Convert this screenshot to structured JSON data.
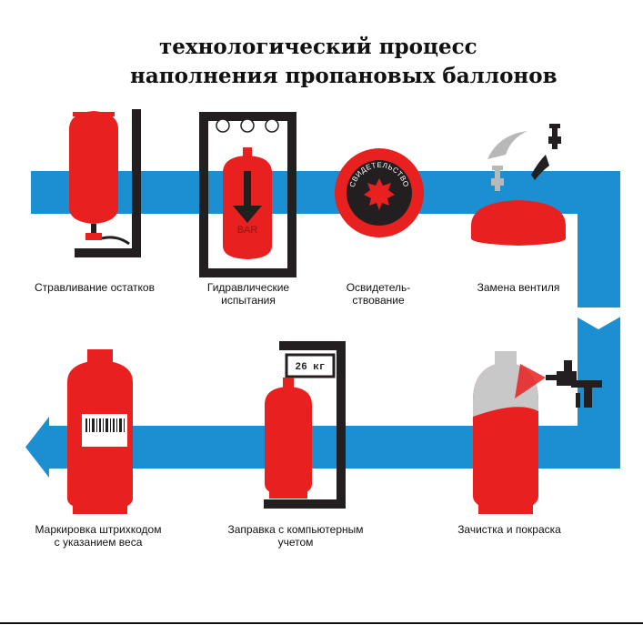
{
  "title": {
    "line1": "технологический процесс",
    "line2": "наполнения пропановых баллонов"
  },
  "steps": [
    {
      "caption": [
        "Стравливание остатков"
      ]
    },
    {
      "caption": [
        "Гидравлические",
        "испытания"
      ]
    },
    {
      "caption": [
        "Освидетель-",
        "ствование"
      ]
    },
    {
      "caption": [
        "Замена вентиля"
      ]
    },
    {
      "caption": [
        "Зачистка и покраска"
      ]
    },
    {
      "caption": [
        "Заправка с компьютерным",
        "учетом"
      ]
    },
    {
      "caption": [
        "Маркировка штрихкодом",
        "с указанием веса"
      ]
    }
  ],
  "labels": {
    "cylinder_text": "BAR",
    "stamp_text": "СВИДЕТЕЛЬСТВО",
    "scale_display": "26 кг"
  },
  "colors": {
    "flow_band": "#1b8fd1",
    "cylinder_red": "#e8201f",
    "dark": "#231f20",
    "primer_gray": "#c8c8c8"
  }
}
